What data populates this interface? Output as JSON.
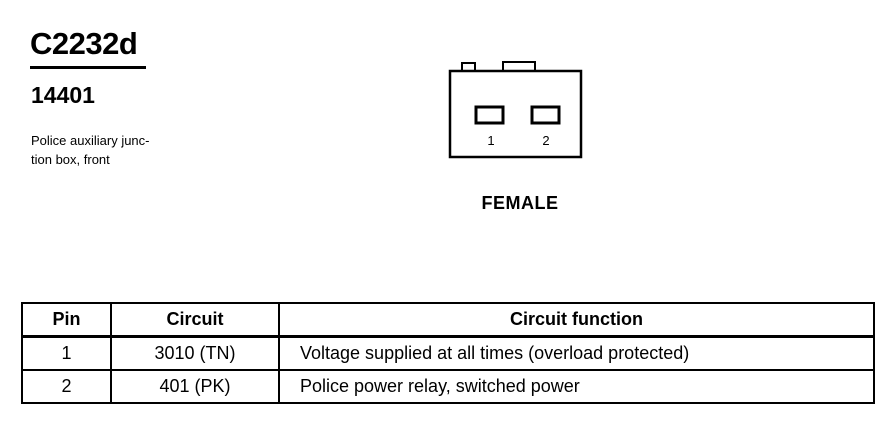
{
  "connector": {
    "id": "C2232d",
    "part_number": "14401",
    "description_lines": [
      "Police auxiliary junc-",
      "tion box, front"
    ],
    "gender": "FEMALE",
    "pin_labels": [
      "1",
      "2"
    ]
  },
  "table": {
    "headers": [
      "Pin",
      "Circuit",
      "Circuit function"
    ],
    "rows": [
      {
        "pin": "1",
        "circuit": "3010 (TN)",
        "function": "Voltage supplied at all times (overload protected)"
      },
      {
        "pin": "2",
        "circuit": "401 (PK)",
        "function": "Police power relay, switched power"
      }
    ]
  }
}
